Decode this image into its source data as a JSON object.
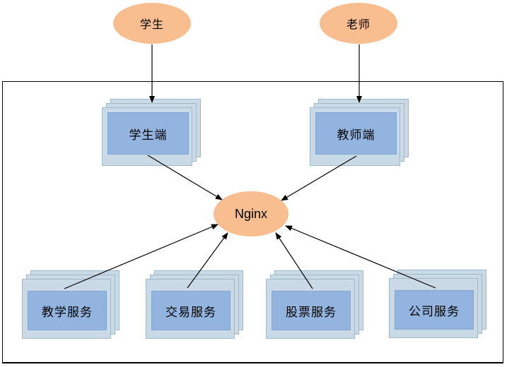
{
  "diagram": {
    "actors": [
      {
        "id": "student",
        "label": "学生"
      },
      {
        "id": "teacher",
        "label": "老师"
      }
    ],
    "gateway": {
      "label": "Nginx"
    },
    "clients": [
      {
        "id": "student-client",
        "label": "学生端"
      },
      {
        "id": "teacher-client",
        "label": "教师端"
      }
    ],
    "services": [
      {
        "id": "teaching-service",
        "label": "教学服务"
      },
      {
        "id": "trading-service",
        "label": "交易服务"
      },
      {
        "id": "stock-service",
        "label": "股票服务"
      },
      {
        "id": "company-service",
        "label": "公司服务"
      }
    ],
    "connections": [
      {
        "from": "学生",
        "to": "学生端"
      },
      {
        "from": "老师",
        "to": "教师端"
      },
      {
        "from": "学生端",
        "to": "Nginx"
      },
      {
        "from": "教师端",
        "to": "Nginx"
      },
      {
        "from": "教学服务",
        "to": "Nginx"
      },
      {
        "from": "交易服务",
        "to": "Nginx"
      },
      {
        "from": "股票服务",
        "to": "Nginx"
      },
      {
        "from": "公司服务",
        "to": "Nginx"
      }
    ]
  },
  "colors": {
    "actor_fill": "#f9be8f",
    "stack_fill": "#c9dae6",
    "stack_border": "#a0b9c9",
    "inner_fill": "#92b4df",
    "inner_border": "#80a6d2",
    "line": "#000000"
  }
}
